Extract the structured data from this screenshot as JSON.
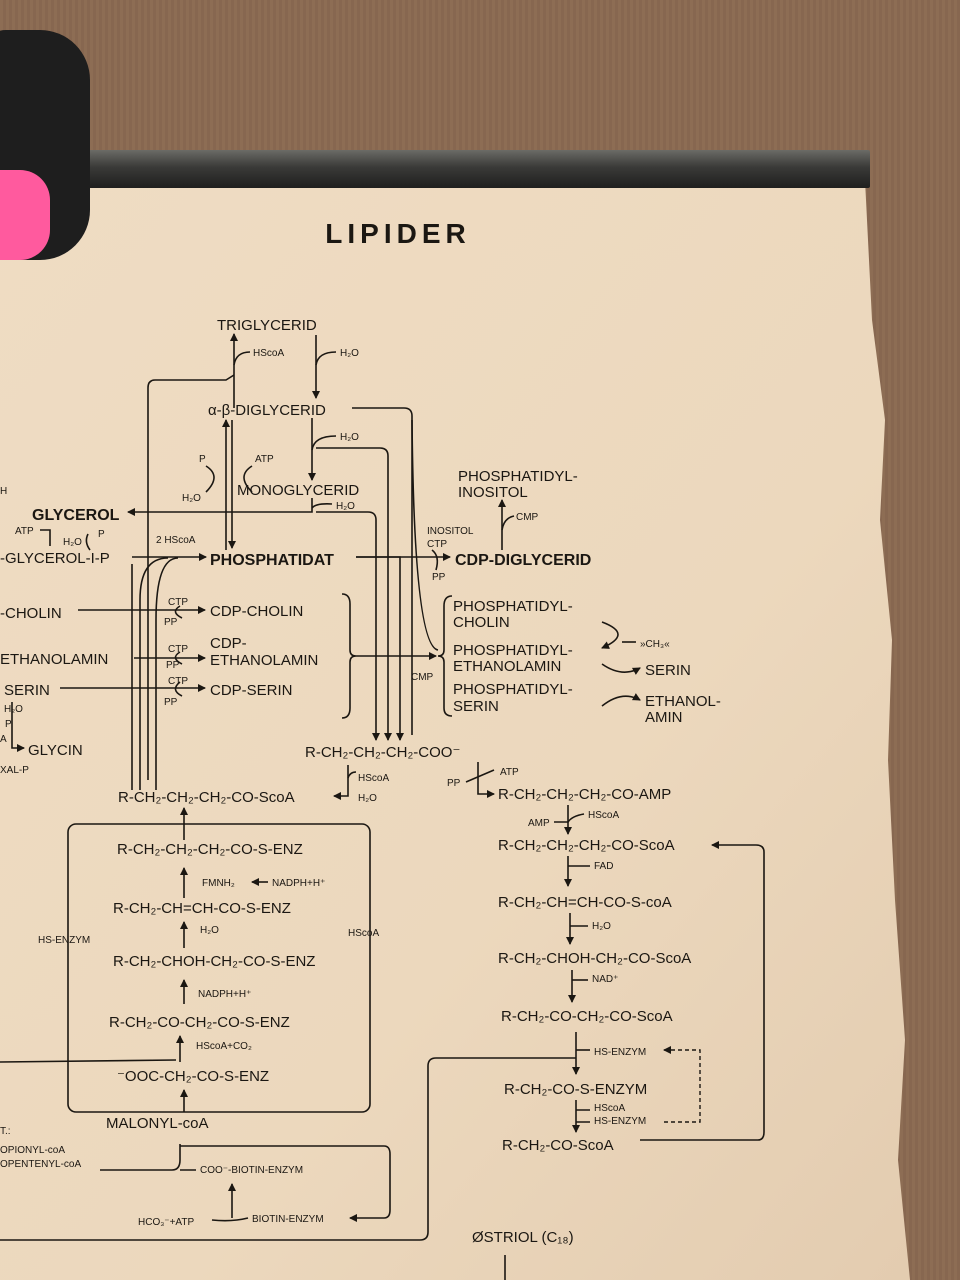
{
  "title": "LIPIDER",
  "metabolites": {
    "triglycerid": "TRIGLYCERID",
    "diglycerid": "α-β-DIGLYCERID",
    "monoglycerid": "MONOGLYCERID",
    "glycerol": "GLYCEROL",
    "glycerol_p": "-GLYCEROL-I-P",
    "phosphatidat": "PHOSPHATIDAT",
    "cdp_diglycerid": "CDP-DIGLYCERID",
    "phosphatidyl_inositol": [
      "PHOSPHATIDYL-",
      "INOSITOL"
    ],
    "cholin": "-CHOLIN",
    "cdp_cholin": "CDP-CHOLIN",
    "ethanolamin": "ETHANOLAMIN",
    "cdp_ethanolamin": [
      "CDP-",
      "ETHANOLAMIN"
    ],
    "serin_left": "SERIN",
    "cdp_serin": "CDP-SERIN",
    "glycin": "GLYCIN",
    "phosphatidyl_cholin": [
      "PHOSPHATIDYL-",
      "CHOLIN"
    ],
    "phosphatidyl_ethanolamin": [
      "PHOSPHATIDYL-",
      "ETHANOLAMIN"
    ],
    "phosphatidyl_serin": [
      "PHOSPHATIDYL-",
      "SERIN"
    ],
    "serin_right": "SERIN",
    "ethanolamin_right": [
      "ETHANOL-",
      "AMIN"
    ],
    "fatty_acid": "R-CH₂-CH₂-CH₂-COO⁻",
    "acyl_coa": "R-CH₂-CH₂-CH₂-CO-ScoA",
    "acyl_amp": "R-CH₂-CH₂-CH₂-CO-AMP",
    "syn1": "R-CH₂-CH₂-CH₂-CO-S-ENZ",
    "syn2": "R-CH₂-CH=CH-CO-S-ENZ",
    "syn3": "R-CH₂-CHOH-CH₂-CO-S-ENZ",
    "syn4": "R-CH₂-CO-CH₂-CO-S-ENZ",
    "syn5": "⁻OOC-CH₂-CO-S-ENZ",
    "malonyl": "MALONYL-coA",
    "ox1": "R-CH₂-CH₂-CH₂-CO-ScoA",
    "ox2": "R-CH₂-CH=CH-CO-S-coA",
    "ox3": "R-CH₂-CHOH-CH₂-CO-ScoA",
    "ox4": "R-CH₂-CO-CH₂-CO-ScoA",
    "ox5": "R-CH₂-CO-S-ENZYM",
    "ox6": "R-CH₂-CO-ScoA",
    "ostriol": "ØSTRIOL (C₁₈)",
    "propionyl": "OPIONYL-coA",
    "pentenyl": "OPENTENYL-coA"
  },
  "cofactors": {
    "hscoa": "HScoA",
    "h2o": "H₂O",
    "atp": "ATP",
    "p": "P",
    "ctp": "CTP",
    "pp": "PP",
    "inositol": "INOSITOL",
    "cmp": "CMP",
    "two_hscoa": "2 HScoA",
    "ch3": "»CH₃«",
    "amp": "AMP",
    "fad": "FAD",
    "nad": "NAD⁺",
    "hs_enzym": "HS-ENZYM",
    "fmnh2": "FMNH₂",
    "nadph": "NADPH+H⁺",
    "hscoa_co2": "HScoA+CO₂",
    "biotin_coo": "COO⁻-BIOTIN-ENZYM",
    "biotin": "BIOTIN-ENZYM",
    "hco3_atp": "HCO₃⁻+ATP",
    "xal_p": "XAL-P",
    "h_cut": "H",
    "t_cut": "T.:",
    "a_cut": "A"
  }
}
